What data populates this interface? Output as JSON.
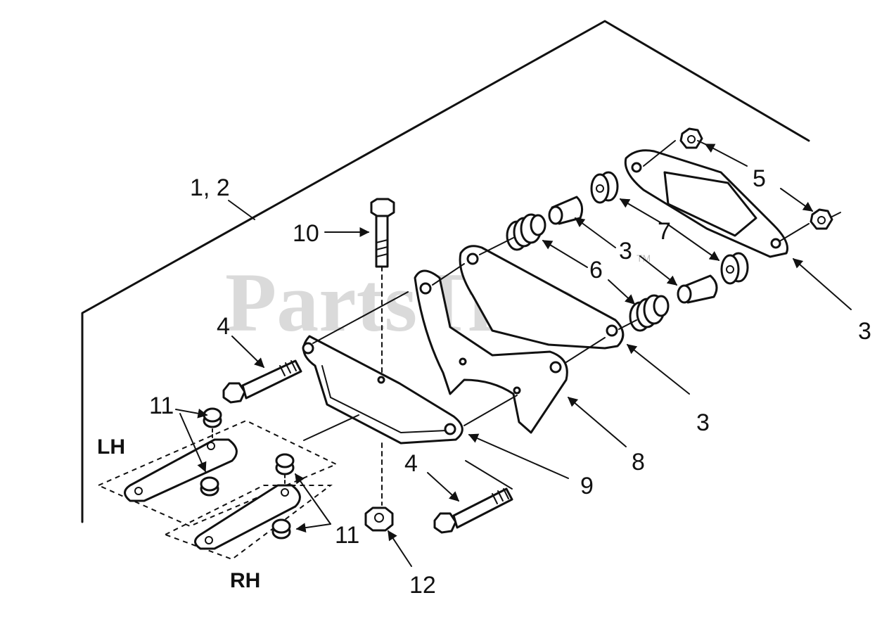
{
  "watermark": {
    "text": "PartsTree",
    "trademark": "TM"
  },
  "side_labels": {
    "lh": "LH",
    "rh": "RH"
  },
  "callouts": {
    "c1_2": "1, 2",
    "c10": "10",
    "c4_top": "4",
    "c4_bottom": "4",
    "c11_left": "11",
    "c11_right": "11",
    "c5": "5",
    "c7": "7",
    "c3_middle": "3",
    "c3_right": "3",
    "c3_bottom": "3",
    "c6": "6",
    "c8": "8",
    "c9": "9",
    "c12": "12"
  },
  "colors": {
    "line": "#111111",
    "background": "#ffffff",
    "watermark": "#bdbdbd"
  }
}
